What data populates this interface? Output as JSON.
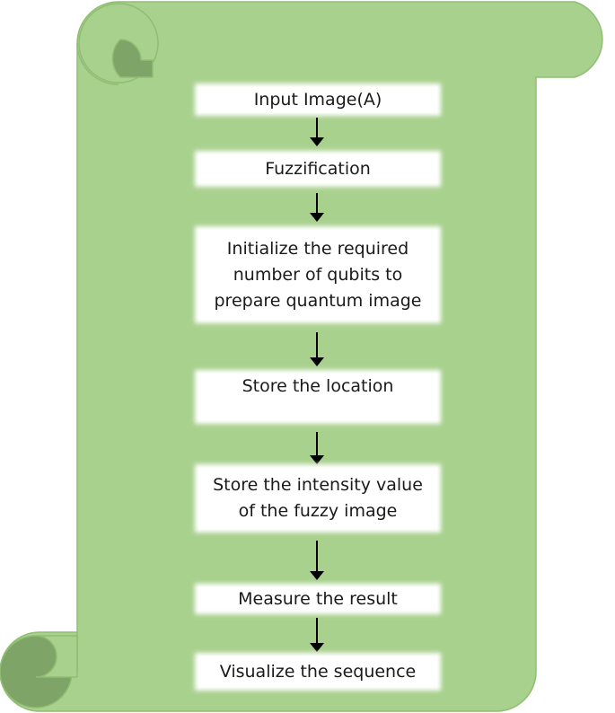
{
  "colors": {
    "scroll_fill": "#a9d18e",
    "scroll_outline": "#8fbd72",
    "scroll_curl_shadow": "#7fa468",
    "box_fill": "#ffffff",
    "arrow": "#000000",
    "text": "#1a1a1a"
  },
  "steps": [
    {
      "label": "Input Image(A)"
    },
    {
      "label": "Fuzzification"
    },
    {
      "label": "Initialize the required\nnumber of qubits to\nprepare quantum image"
    },
    {
      "label": "Store the location"
    },
    {
      "label": "Store the intensity value\nof the fuzzy image"
    },
    {
      "label": "Measure the result"
    },
    {
      "label": "Visualize the sequence"
    }
  ]
}
